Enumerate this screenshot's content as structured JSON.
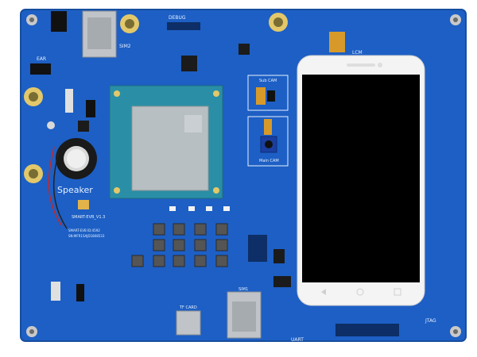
{
  "labels": {
    "sim2": "SIM2",
    "debug": "DEBUG",
    "lcm": "LCM",
    "ear": "EAR",
    "sub_cam": "Sub CAM",
    "main_cam": "Main CAM",
    "speaker": "Speaker",
    "board_name": "SMART-EVB_V1.3",
    "tag_line1": "SMART-EVB  ID:4592",
    "tag_line2": "SN:MFR1SAJD1808533",
    "tf_card": "TF CARD",
    "sim1": "SIM1",
    "uart": "UART",
    "jtag": "JTAG"
  },
  "colors": {
    "pcb": "#1d5fc4",
    "pcb_dark": "#1552ad",
    "silkscreen": "#e6f0ff",
    "module": "#2a8fa6",
    "shield": "#b8bfc2",
    "phone_frame": "#f4f4f4",
    "phone_screen": "#000000",
    "gold": "#d4a437"
  }
}
